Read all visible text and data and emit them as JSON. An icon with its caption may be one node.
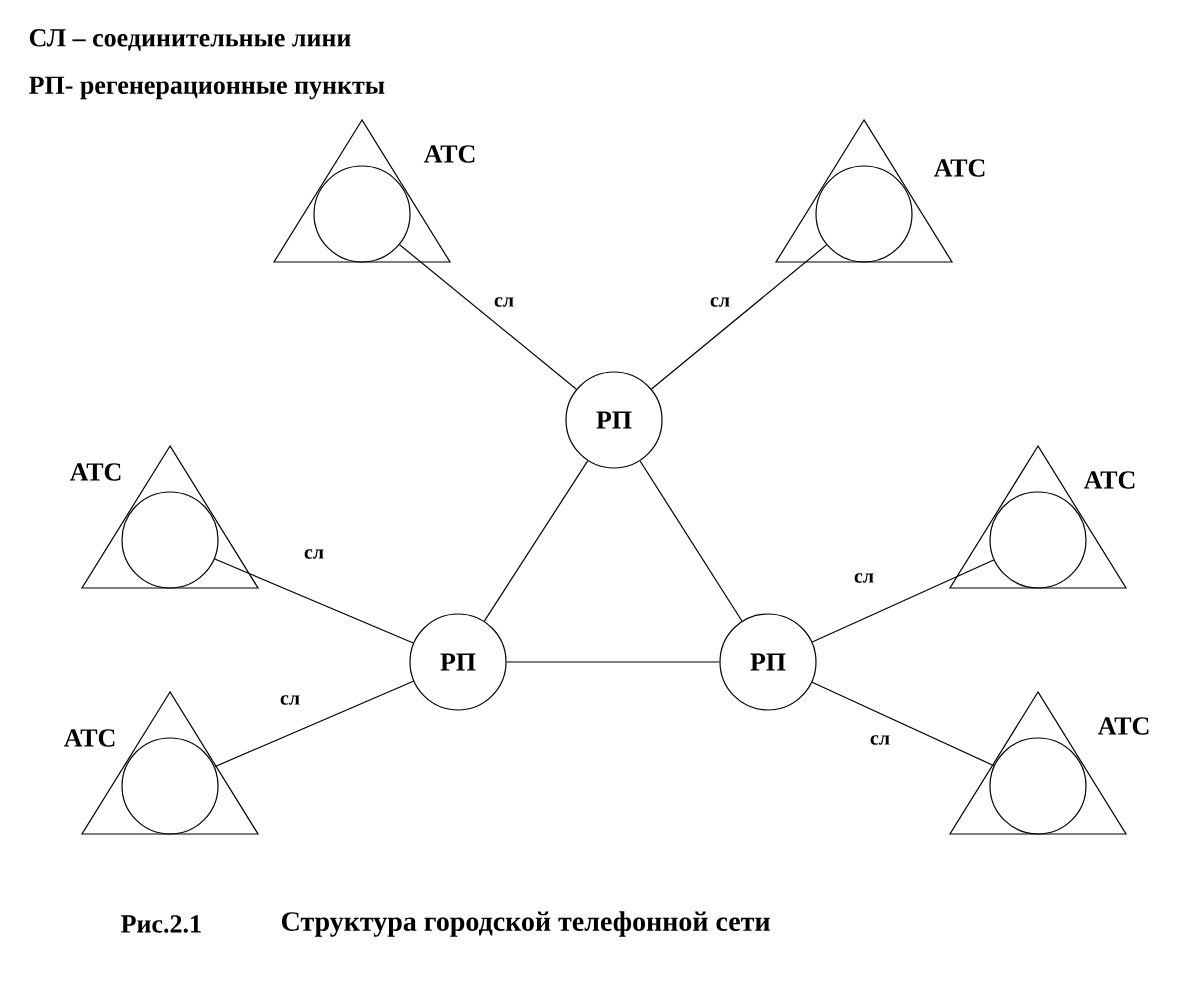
{
  "diagram": {
    "caption": "Структура  городской телефонной сети",
    "nodes": [
      {
        "text": [
          "АТС"
        ]
      },
      {
        "text": [
          "АТС"
        ]
      },
      {
        "text": [
          "РП"
        ]
      },
      {
        "text": [
          "АТС"
        ]
      },
      {
        "text": [
          "АТС"
        ]
      },
      {
        "text": [
          "РП"
        ]
      },
      {
        "text": [
          "РП"
        ]
      },
      {
        "text": [
          "АТС"
        ]
      },
      {
        "text": [
          "АТС"
        ]
      }
    ],
    "edges": [
      {
        "from": 0,
        "to": 2,
        "arrow": "none",
        "label": "сл"
      },
      {
        "from": 1,
        "to": 2,
        "arrow": "none",
        "label": "сл"
      },
      {
        "from": 2,
        "to": 5,
        "arrow": "none"
      },
      {
        "from": 2,
        "to": 6,
        "arrow": "none"
      },
      {
        "from": 5,
        "to": 6,
        "arrow": "none"
      },
      {
        "from": 3,
        "to": 5,
        "arrow": "none",
        "label": "сл"
      },
      {
        "from": 4,
        "to": 5,
        "arrow": "none",
        "label": "сл"
      },
      {
        "from": 6,
        "to": 7,
        "arrow": "none",
        "label": "сл"
      },
      {
        "from": 6,
        "to": 8,
        "arrow": "none",
        "label": "сл"
      }
    ],
    "labels": [
      "СЛ – соединительные лини",
      "РП- регенерационные пункты",
      "Рис.2.1"
    ]
  }
}
